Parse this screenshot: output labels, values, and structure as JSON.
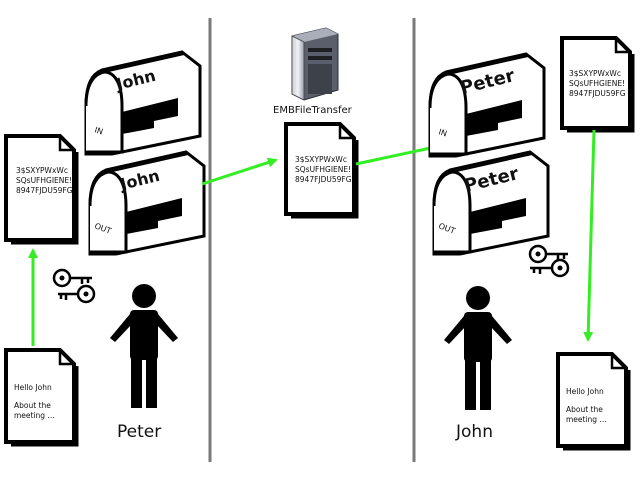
{
  "server": {
    "label": "EMBFileTransfer",
    "icon": "server-icon"
  },
  "people": {
    "left": "Peter",
    "right": "John"
  },
  "mailboxes": {
    "peter_in": {
      "name": "John",
      "tag": "IN"
    },
    "peter_out": {
      "name": "John",
      "tag": "OUT"
    },
    "john_in": {
      "name": "Peter",
      "tag": "IN"
    },
    "john_out": {
      "name": "Peter",
      "tag": "OUT"
    }
  },
  "documents": {
    "encrypted": {
      "line1": "3$SXYPWxWc",
      "line2": "SQsUFHGIENE!",
      "line3": "8947FJDU59FG"
    },
    "encrypted_server": {
      "line1": "3$SXYPWxWc",
      "line2": "SQsUFHGIENE!",
      "line3": "8947FJDU59FG"
    },
    "encrypted_right": {
      "line1": "3$SXYPWxWc",
      "line2": "SQsUFHGIENE!",
      "line3": "8947FJDU59FG"
    },
    "plain_left": {
      "line1": "Hello John",
      "line2": "About the",
      "line3": "meeting ..."
    },
    "plain_right": {
      "line1": "Hello John",
      "line2": "About the",
      "line3": "meeting ..."
    }
  },
  "colors": {
    "arrow": "#33ee22",
    "divider": "#7a7a7a",
    "ink": "#000000"
  },
  "icons": [
    "document-icon",
    "mailbox-icon",
    "key-icon",
    "person-icon",
    "server-icon",
    "arrow"
  ]
}
